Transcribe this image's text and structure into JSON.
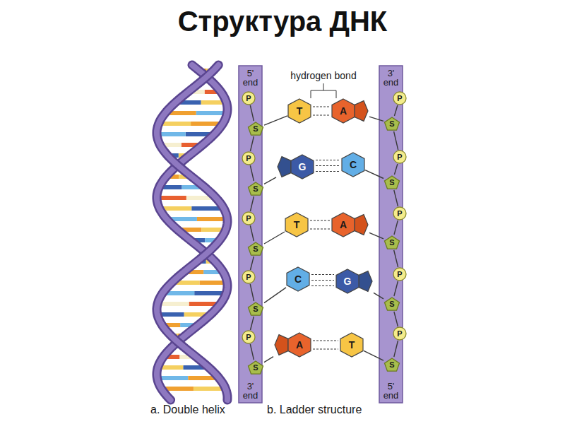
{
  "diagram": {
    "title": "Структура ДНК",
    "nodes": [
      {
        "text": [
          "5' end",
          "3' end"
        ]
      },
      {
        "text": [
          "P"
        ],
        "in": 0
      },
      {
        "text": [
          "S"
        ],
        "in": 0
      },
      {
        "text": [
          "P"
        ],
        "in": 0
      },
      {
        "text": [
          "S"
        ],
        "in": 0
      },
      {
        "text": [
          "P"
        ],
        "in": 0
      },
      {
        "text": [
          "S"
        ],
        "in": 0
      },
      {
        "text": [
          "P"
        ],
        "in": 0
      },
      {
        "text": [
          "S"
        ],
        "in": 0
      },
      {
        "text": [
          "P"
        ],
        "in": 0
      },
      {
        "text": [
          "S"
        ],
        "in": 0
      },
      {
        "text": [
          "3' end",
          "5' end"
        ]
      },
      {
        "text": [
          "P"
        ],
        "in": 11
      },
      {
        "text": [
          "S"
        ],
        "in": 11
      },
      {
        "text": [
          "P"
        ],
        "in": 11
      },
      {
        "text": [
          "S"
        ],
        "in": 11
      },
      {
        "text": [
          "P"
        ],
        "in": 11
      },
      {
        "text": [
          "S"
        ],
        "in": 11
      },
      {
        "text": [
          "P"
        ],
        "in": 11
      },
      {
        "text": [
          "S"
        ],
        "in": 11
      },
      {
        "text": [
          "P"
        ],
        "in": 11
      },
      {
        "text": [
          "S"
        ],
        "in": 11
      },
      {
        "text": [
          "T"
        ]
      },
      {
        "text": [
          "A"
        ]
      },
      {
        "text": [
          "G"
        ]
      },
      {
        "text": [
          "C"
        ]
      },
      {
        "text": [
          "T"
        ]
      },
      {
        "text": [
          "A"
        ]
      },
      {
        "text": [
          "C"
        ]
      },
      {
        "text": [
          "G"
        ]
      },
      {
        "text": [
          "A"
        ]
      },
      {
        "text": [
          "T"
        ]
      }
    ],
    "edges": [
      {
        "from": 1,
        "to": 2,
        "arrow": "none"
      },
      {
        "from": 2,
        "to": 3,
        "arrow": "none"
      },
      {
        "from": 3,
        "to": 4,
        "arrow": "none"
      },
      {
        "from": 4,
        "to": 5,
        "arrow": "none"
      },
      {
        "from": 5,
        "to": 6,
        "arrow": "none"
      },
      {
        "from": 6,
        "to": 7,
        "arrow": "none"
      },
      {
        "from": 7,
        "to": 8,
        "arrow": "none"
      },
      {
        "from": 8,
        "to": 9,
        "arrow": "none"
      },
      {
        "from": 9,
        "to": 10,
        "arrow": "none"
      },
      {
        "from": 12,
        "to": 13,
        "arrow": "none"
      },
      {
        "from": 13,
        "to": 14,
        "arrow": "none"
      },
      {
        "from": 14,
        "to": 15,
        "arrow": "none"
      },
      {
        "from": 15,
        "to": 16,
        "arrow": "none"
      },
      {
        "from": 16,
        "to": 17,
        "arrow": "none"
      },
      {
        "from": 17,
        "to": 18,
        "arrow": "none"
      },
      {
        "from": 18,
        "to": 19,
        "arrow": "none"
      },
      {
        "from": 19,
        "to": 20,
        "arrow": "none"
      },
      {
        "from": 20,
        "to": 21,
        "arrow": "none"
      },
      {
        "from": 2,
        "to": 22,
        "arrow": "none"
      },
      {
        "from": 4,
        "to": 24,
        "arrow": "none"
      },
      {
        "from": 6,
        "to": 26,
        "arrow": "none"
      },
      {
        "from": 8,
        "to": 28,
        "arrow": "none"
      },
      {
        "from": 10,
        "to": 30,
        "arrow": "none"
      },
      {
        "from": 13,
        "to": 23,
        "arrow": "none"
      },
      {
        "from": 15,
        "to": 25,
        "arrow": "none"
      },
      {
        "from": 17,
        "to": 27,
        "arrow": "none"
      },
      {
        "from": 19,
        "to": 29,
        "arrow": "none"
      },
      {
        "from": 21,
        "to": 31,
        "arrow": "none"
      },
      {
        "from": 22,
        "to": 23,
        "arrow": "none"
      },
      {
        "from": 24,
        "to": 25,
        "arrow": "none"
      },
      {
        "from": 26,
        "to": 27,
        "arrow": "none"
      },
      {
        "from": 28,
        "to": 29,
        "arrow": "none"
      },
      {
        "from": 30,
        "to": 31,
        "arrow": "none"
      }
    ],
    "labels": [
      "hydrogen bond",
      "a. Double helix",
      "b. Ladder structure"
    ]
  }
}
